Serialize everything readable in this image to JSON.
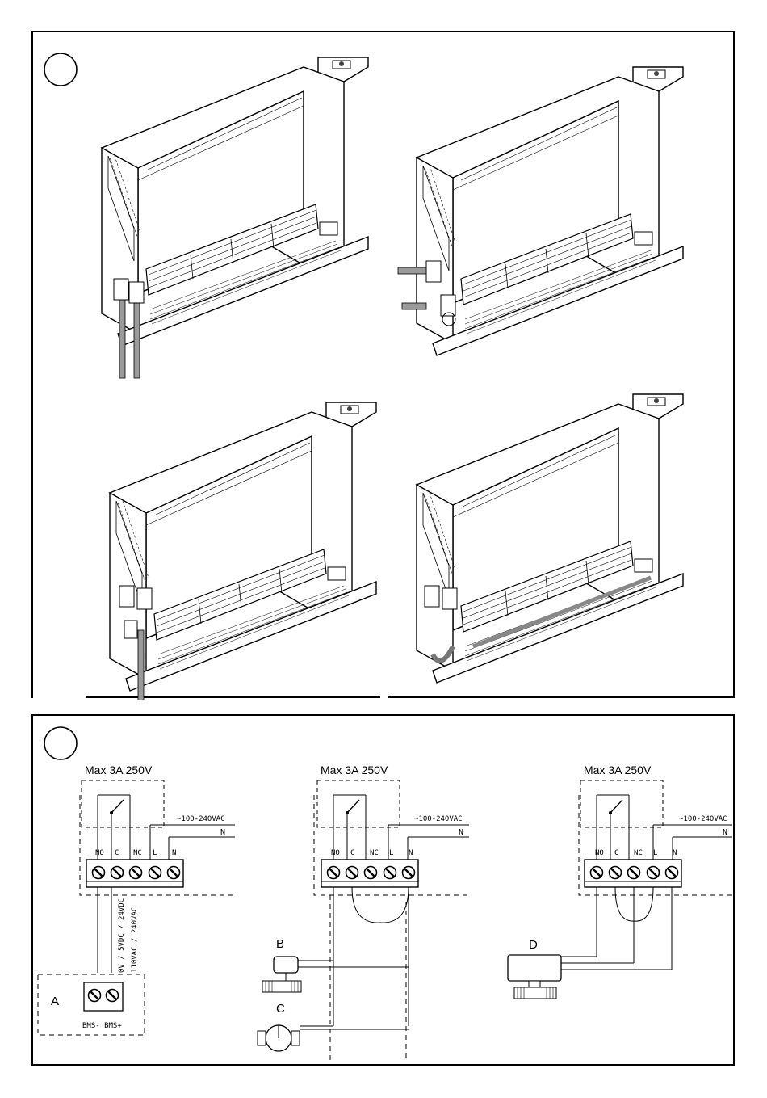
{
  "panel_top": {
    "units": [
      "unit-1",
      "unit-2",
      "unit-3",
      "unit-4"
    ]
  },
  "panel_bottom": {
    "circuits": [
      {
        "max_label": "Max 3A 250V",
        "supply_label": "~100-240VAC",
        "neutral_label": "N",
        "terminals": [
          "NO",
          "C",
          "NC",
          "L",
          "N"
        ],
        "bms_voltage_1": "0V / 5VDC / 24VDC",
        "bms_voltage_2": "110VAC / 240VAC",
        "device_label": "A",
        "bms_text": "BMS- BMS+"
      },
      {
        "max_label": "Max 3A 250V",
        "supply_label": "~100-240VAC",
        "neutral_label": "N",
        "terminals": [
          "NO",
          "C",
          "NC",
          "L",
          "N"
        ],
        "device_label_b": "B",
        "device_label_c": "C"
      },
      {
        "max_label": "Max 3A 250V",
        "supply_label": "~100-240VAC",
        "neutral_label": "N",
        "terminals": [
          "NO",
          "C",
          "NC",
          "L",
          "N"
        ],
        "device_label": "D"
      }
    ]
  }
}
